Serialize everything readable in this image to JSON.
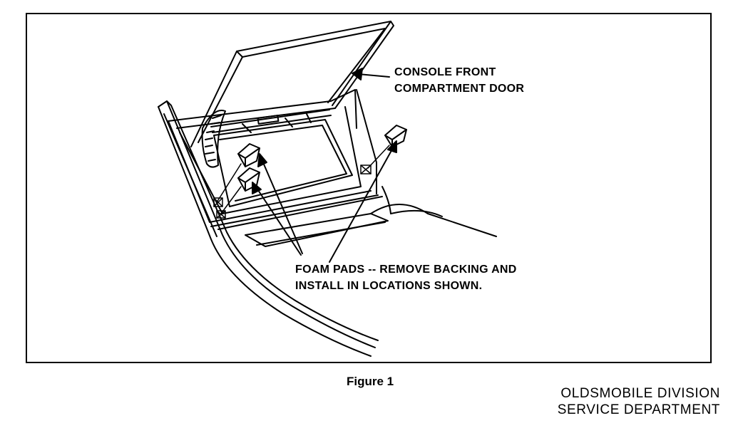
{
  "illustration": {
    "door_label": [
      "CONSOLE FRONT",
      "COMPARTMENT DOOR"
    ],
    "pads_label": [
      "FOAM PADS -- REMOVE BACKING AND",
      "INSTALL IN LOCATIONS SHOWN."
    ]
  },
  "caption": "Figure 1",
  "publisher": [
    "OLDSMOBILE DIVISION",
    "SERVICE DEPARTMENT"
  ]
}
